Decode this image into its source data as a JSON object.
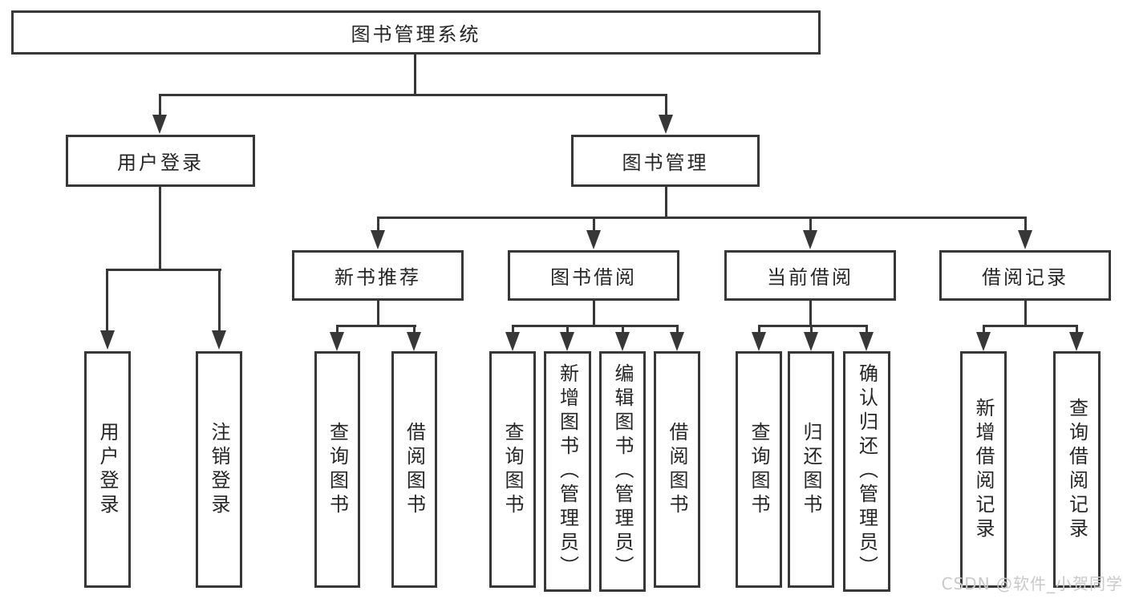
{
  "tree": {
    "root": "图书管理系统",
    "branches": {
      "user_login": {
        "label": "用户登录",
        "children": {
          "login": "用户登录",
          "logout": "注销登录"
        }
      },
      "book_mgmt": {
        "label": "图书管理",
        "sections": {
          "new_books": {
            "label": "新书推荐",
            "children": {
              "query": "查询图书",
              "borrow": "借阅图书"
            }
          },
          "book_borrow": {
            "label": "图书借阅",
            "children": {
              "query": "查询图书",
              "add": "新增图书（管理员）",
              "edit": "编辑图书（管理员）",
              "borrow": "借阅图书"
            }
          },
          "current_borrow": {
            "label": "当前借阅",
            "children": {
              "query": "查询图书",
              "return": "归还图书",
              "confirm": "确认归还（管理员）"
            }
          },
          "borrow_records": {
            "label": "借阅记录",
            "children": {
              "add": "新增借阅记录",
              "query": "查询借阅记录"
            }
          }
        }
      }
    }
  },
  "watermark": "CSDN @软件_小贺同学",
  "colors": {
    "line": "#373737",
    "text": "#262626",
    "watermark": "#c9c9c9",
    "background": "#ffffff"
  }
}
